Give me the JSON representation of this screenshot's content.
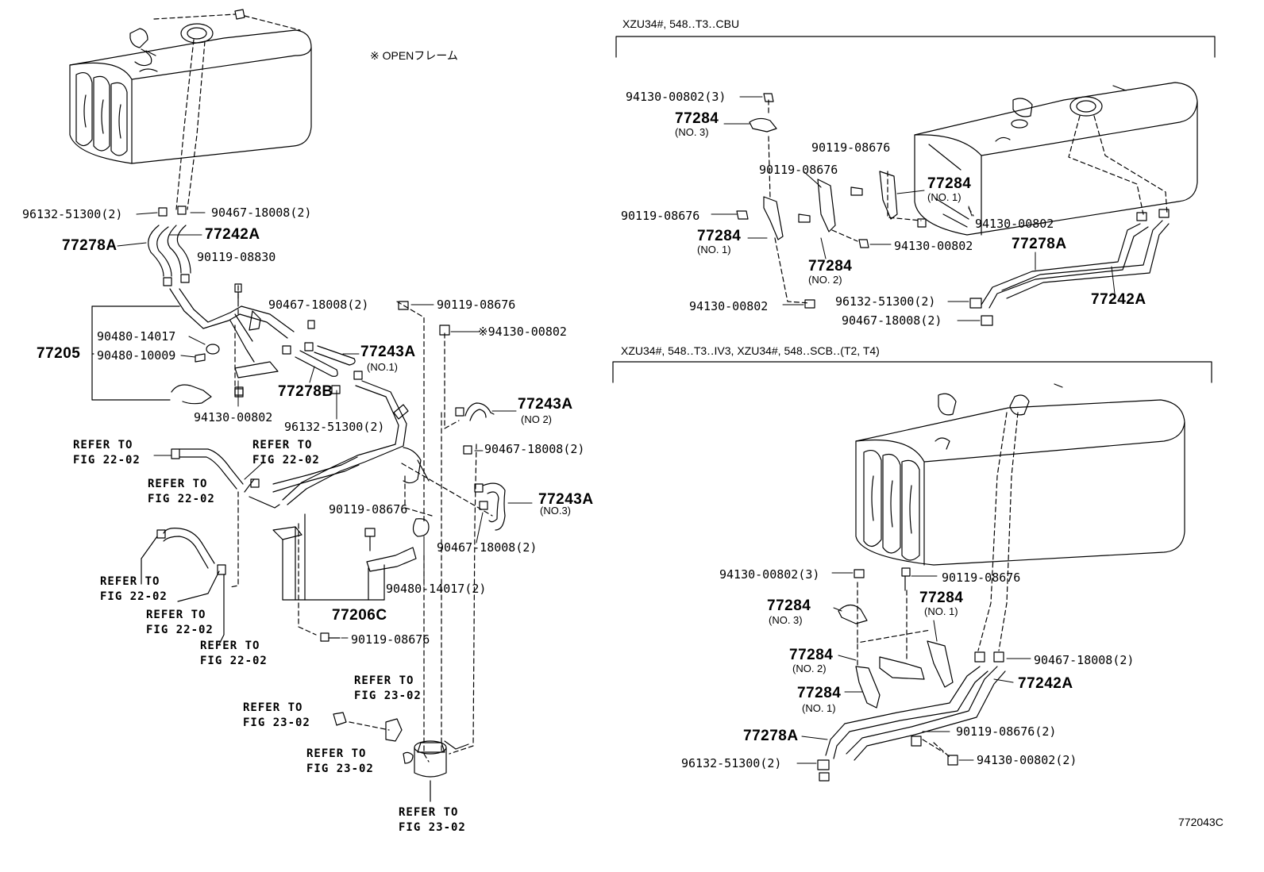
{
  "note_open": "※ OPENフレーム",
  "figure_id": "772043C",
  "left": {
    "p_96132_51300": "96132-51300(2)",
    "p_90467_18008_a": "90467-18008(2)",
    "p_77278A": "77278A",
    "p_77242A": "77242A",
    "p_90119_08830": "90119-08830",
    "p_90467_18008_b": "90467-18008(2)",
    "p_90119_08676_a": "90119-08676",
    "p_94130_star": "※94130-00802",
    "p_90480_14017": "90480-14017",
    "p_77205": "77205",
    "p_90480_10009": "90480-10009",
    "p_77243A_1": "77243A",
    "p_no1": "(NO.1)",
    "p_77278B": "77278B",
    "p_94130_00802": "94130-00802",
    "p_96132_51300_b": "96132-51300(2)",
    "p_77243A_2": "77243A",
    "p_no2": "(NO 2)",
    "p_90467_18008_c": "90467-18008(2)",
    "p_77243A_3": "77243A",
    "p_no3": "(NO.3)",
    "p_90119_08676_b": "90119-08676",
    "p_90467_18008_d": "90467-18008(2)",
    "p_90480_14017_2": "90480-14017(2)",
    "p_77206C": "77206C",
    "p_90119_08676_c": "90119-08676",
    "refer_to": "REFER TO",
    "fig_22": "FIG 22-02",
    "fig_23": "FIG 23-02"
  },
  "right_top": {
    "header": "XZU34#, 548‥T3‥CBU",
    "p_94130_3": "94130-00802(3)",
    "p_77284_a": "77284",
    "p_no3": "(NO. 3)",
    "p_90119_a": "90119-08676",
    "p_90119_b": "90119-08676",
    "p_77284_b": "77284",
    "p_no1_b": "(NO. 1)",
    "p_90119_c": "90119-08676",
    "p_94130_a": "94130-00802",
    "p_77284_c": "77284",
    "p_no1_c": "(NO. 1)",
    "p_94130_b": "94130-00802",
    "p_77284_d": "77284",
    "p_no2": "(NO. 2)",
    "p_77278A": "77278A",
    "p_94130_c": "94130-00802",
    "p_96132": "96132-51300(2)",
    "p_77242A": "77242A",
    "p_90467": "90467-18008(2)"
  },
  "right_bottom": {
    "header": "XZU34#, 548‥T3‥IV3, XZU34#, 548‥SCB‥(T2, T4)",
    "p_94130_3": "94130-00802(3)",
    "p_90119": "90119-08676",
    "p_77284_a": "77284",
    "p_no3": "(NO. 3)",
    "p_77284_b": "77284",
    "p_no1_b": "(NO. 1)",
    "p_77284_c": "77284",
    "p_no2": "(NO. 2)",
    "p_90467": "90467-18008(2)",
    "p_77242A": "77242A",
    "p_77284_d": "77284",
    "p_no1_d": "(NO. 1)",
    "p_77278A": "77278A",
    "p_90119_2": "90119-08676(2)",
    "p_96132": "96132-51300(2)",
    "p_94130_2": "94130-00802(2)"
  }
}
